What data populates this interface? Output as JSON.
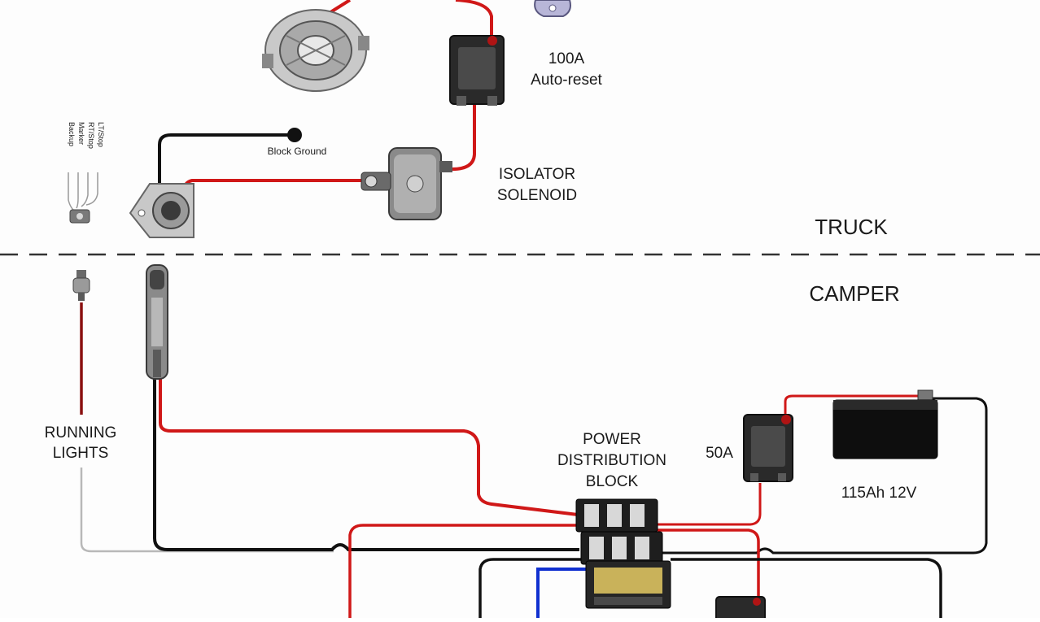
{
  "sections": {
    "truck": "TRUCK",
    "camper": "CAMPER"
  },
  "labels": {
    "breaker_100a_line1": "100A",
    "breaker_100a_line2": "Auto-reset",
    "block_ground": "Block Ground",
    "isolator_line1": "ISOLATOR",
    "isolator_line2": "SOLENOID",
    "running_lights_line1": "RUNNING",
    "running_lights_line2": "LIGHTS",
    "pdb_line1": "POWER",
    "pdb_line2": "DISTRIBUTION",
    "pdb_line3": "BLOCK",
    "breaker_50a": "50A",
    "battery": "115Ah 12V"
  },
  "trailer_pins": [
    "LT/Stop",
    "RT/Stop",
    "Marker",
    "Backup"
  ],
  "colors": {
    "positive_wire": "#d01818",
    "ground_wire": "#111111",
    "lights_wire": "#b8b8b8",
    "accent_wire": "#1030d0",
    "divider": "#333333"
  }
}
